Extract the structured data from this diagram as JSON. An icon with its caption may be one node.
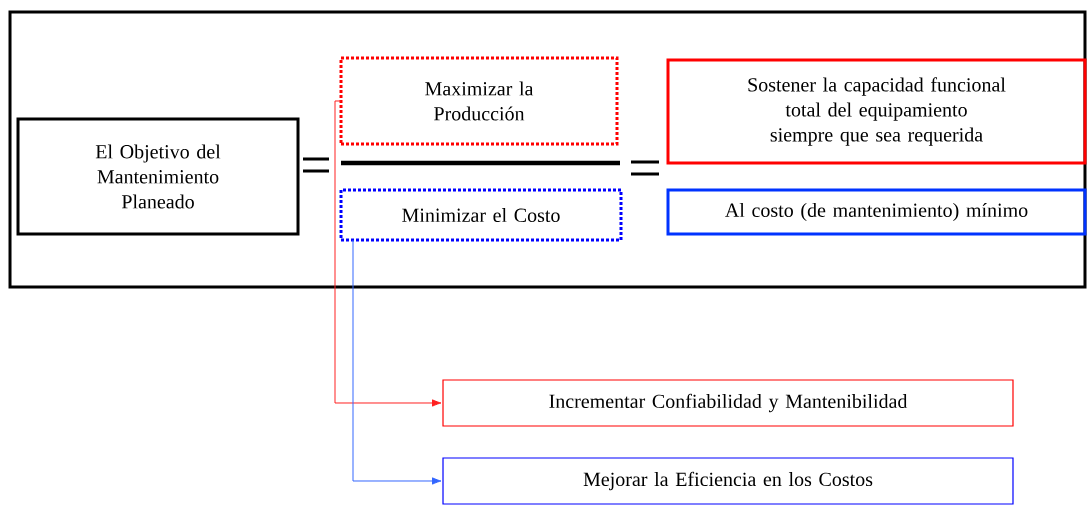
{
  "diagram": {
    "nodes": [
      {
        "text": [],
        "shape": "box"
      },
      {
        "text": [
          "El Objetivo del Mantenimiento Planeado"
        ],
        "in": 0
      },
      {
        "text": [
          "Maximizar la Producción"
        ],
        "in": 0
      },
      {
        "text": [
          "Minimizar el Costo"
        ],
        "in": 0
      },
      {
        "text": [
          "Sostener la capacidad funcional total del equipamiento siempre que sea requerida"
        ],
        "in": 0
      },
      {
        "text": [
          "Al costo (de mantenimiento) mínimo"
        ],
        "in": 0
      },
      {
        "text": [
          "Incrementar Confiabilidad y Mantenibilidad"
        ]
      },
      {
        "text": [
          "Mejorar la Eficiencia en los Costos"
        ]
      }
    ],
    "edges": [
      {
        "from": 2,
        "to": 6,
        "arrow": "to",
        "color": "#ff2020"
      },
      {
        "from": 3,
        "to": 7,
        "arrow": "to",
        "color": "#3366ff"
      }
    ]
  }
}
